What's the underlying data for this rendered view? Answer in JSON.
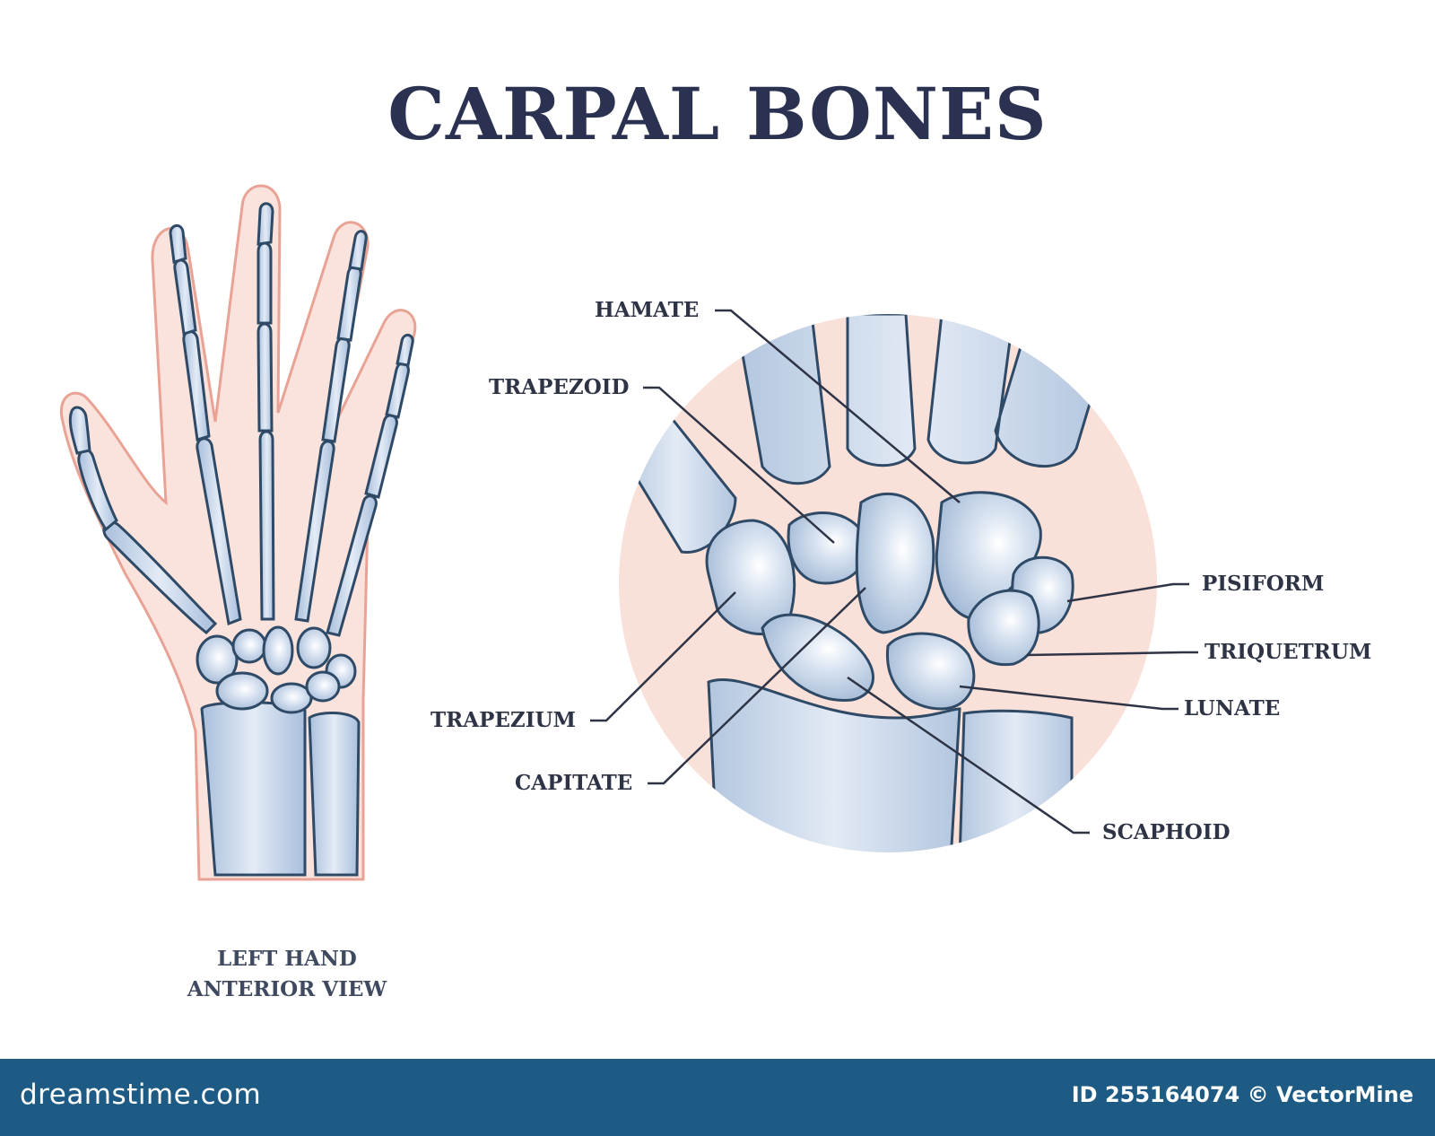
{
  "title": "CARPAL BONES",
  "caption": {
    "line1": "LEFT HAND",
    "line2": "ANTERIOR VIEW"
  },
  "labels": {
    "hamate": "HAMATE",
    "trapezoid": "TRAPEZOID",
    "trapezium": "TRAPEZIUM",
    "capitate": "CAPITATE",
    "pisiform": "PISIFORM",
    "triquetrum": "TRIQUETRUM",
    "lunate": "LUNATE",
    "scaphoid": "SCAPHOID"
  },
  "footer": {
    "site": "dreamstime.com",
    "id_text": "ID 255164074 © VectorMine"
  },
  "colors": {
    "title": "#2b3150",
    "bone_fill": "#c9d6ea",
    "bone_outline": "#2f4a66",
    "skin": "#f6d8cf",
    "skin_outline": "#e9a396",
    "circle_bg": "#f9e0d8",
    "footer_bg": "#1d5b84"
  }
}
